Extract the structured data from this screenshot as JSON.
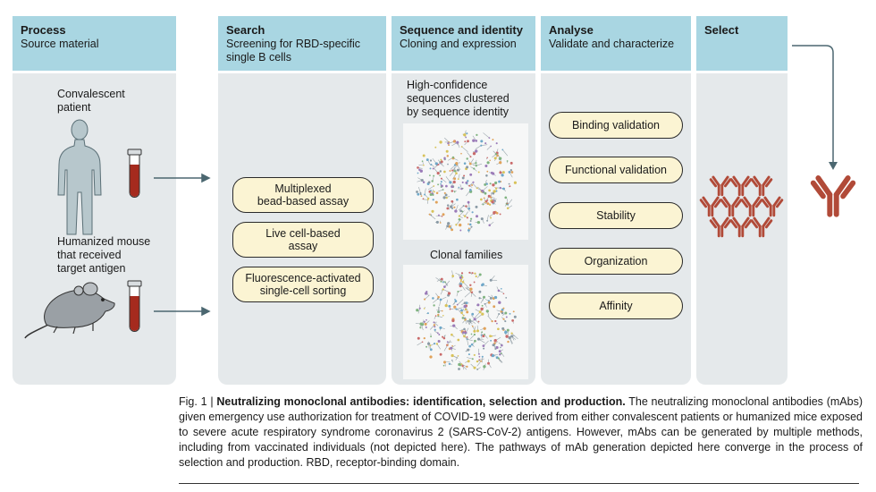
{
  "columns": [
    {
      "title": "Process",
      "subtitle_lines": [
        "Source material"
      ]
    },
    {
      "title": "Search",
      "subtitle_lines": [
        "Screening for RBD-specific",
        "single B cells"
      ]
    },
    {
      "title": "Sequence and identity",
      "subtitle_lines": [
        "Cloning and expression"
      ]
    },
    {
      "title": "Analyse",
      "subtitle_lines": [
        "Validate and characterize"
      ]
    },
    {
      "title": "Select",
      "subtitle_lines": []
    }
  ],
  "process": {
    "patient_lines": [
      "Convalescent",
      "patient"
    ],
    "mouse_lines": [
      "Humanized mouse",
      "that received",
      "target antigen"
    ]
  },
  "search": {
    "assays": [
      {
        "lines": [
          "Multiplexed",
          "bead-based assay"
        ]
      },
      {
        "lines": [
          "Live cell-based",
          "assay"
        ]
      },
      {
        "lines": [
          "Fluorescence-activated",
          "single-cell sorting"
        ]
      }
    ]
  },
  "sequence": {
    "clustered_lines": [
      "High-confidence",
      "sequences clustered",
      "by sequence identity"
    ],
    "clonal_label": "Clonal families"
  },
  "analyse": {
    "items": [
      "Binding validation",
      "Functional validation",
      "Stability",
      "Organization",
      "Affinity"
    ]
  },
  "colors": {
    "header": "#a9d6e2",
    "column_bg": "#e5e9eb",
    "pill_fill": "#fbf4d3",
    "antibody": "#b14a38",
    "tube_blood": "#a52a1e",
    "silhouette": "#b7c7cc",
    "mouse": "#9aa0a5"
  },
  "icons": [
    "human-silhouette-icon",
    "blood-tube-icon",
    "mouse-icon",
    "antibody-icon",
    "arrow-icon"
  ],
  "caption": {
    "fig": "Fig. 1 | ",
    "title": "Neutralizing monoclonal antibodies: identification, selection and production.",
    "body": " The neutralizing monoclonal antibodies (mAbs) given emergency use authorization for treatment of COVID-19 were derived from either convalescent patients or humanized mice exposed to severe acute respiratory syndrome coronavirus 2 (SARS-CoV-2) antigens. However, mAbs can be generated by multiple methods, including from vaccinated individuals (not depicted here). The pathways of mAb generation depicted here converge in the process of selection and production. RBD, receptor-binding domain."
  }
}
